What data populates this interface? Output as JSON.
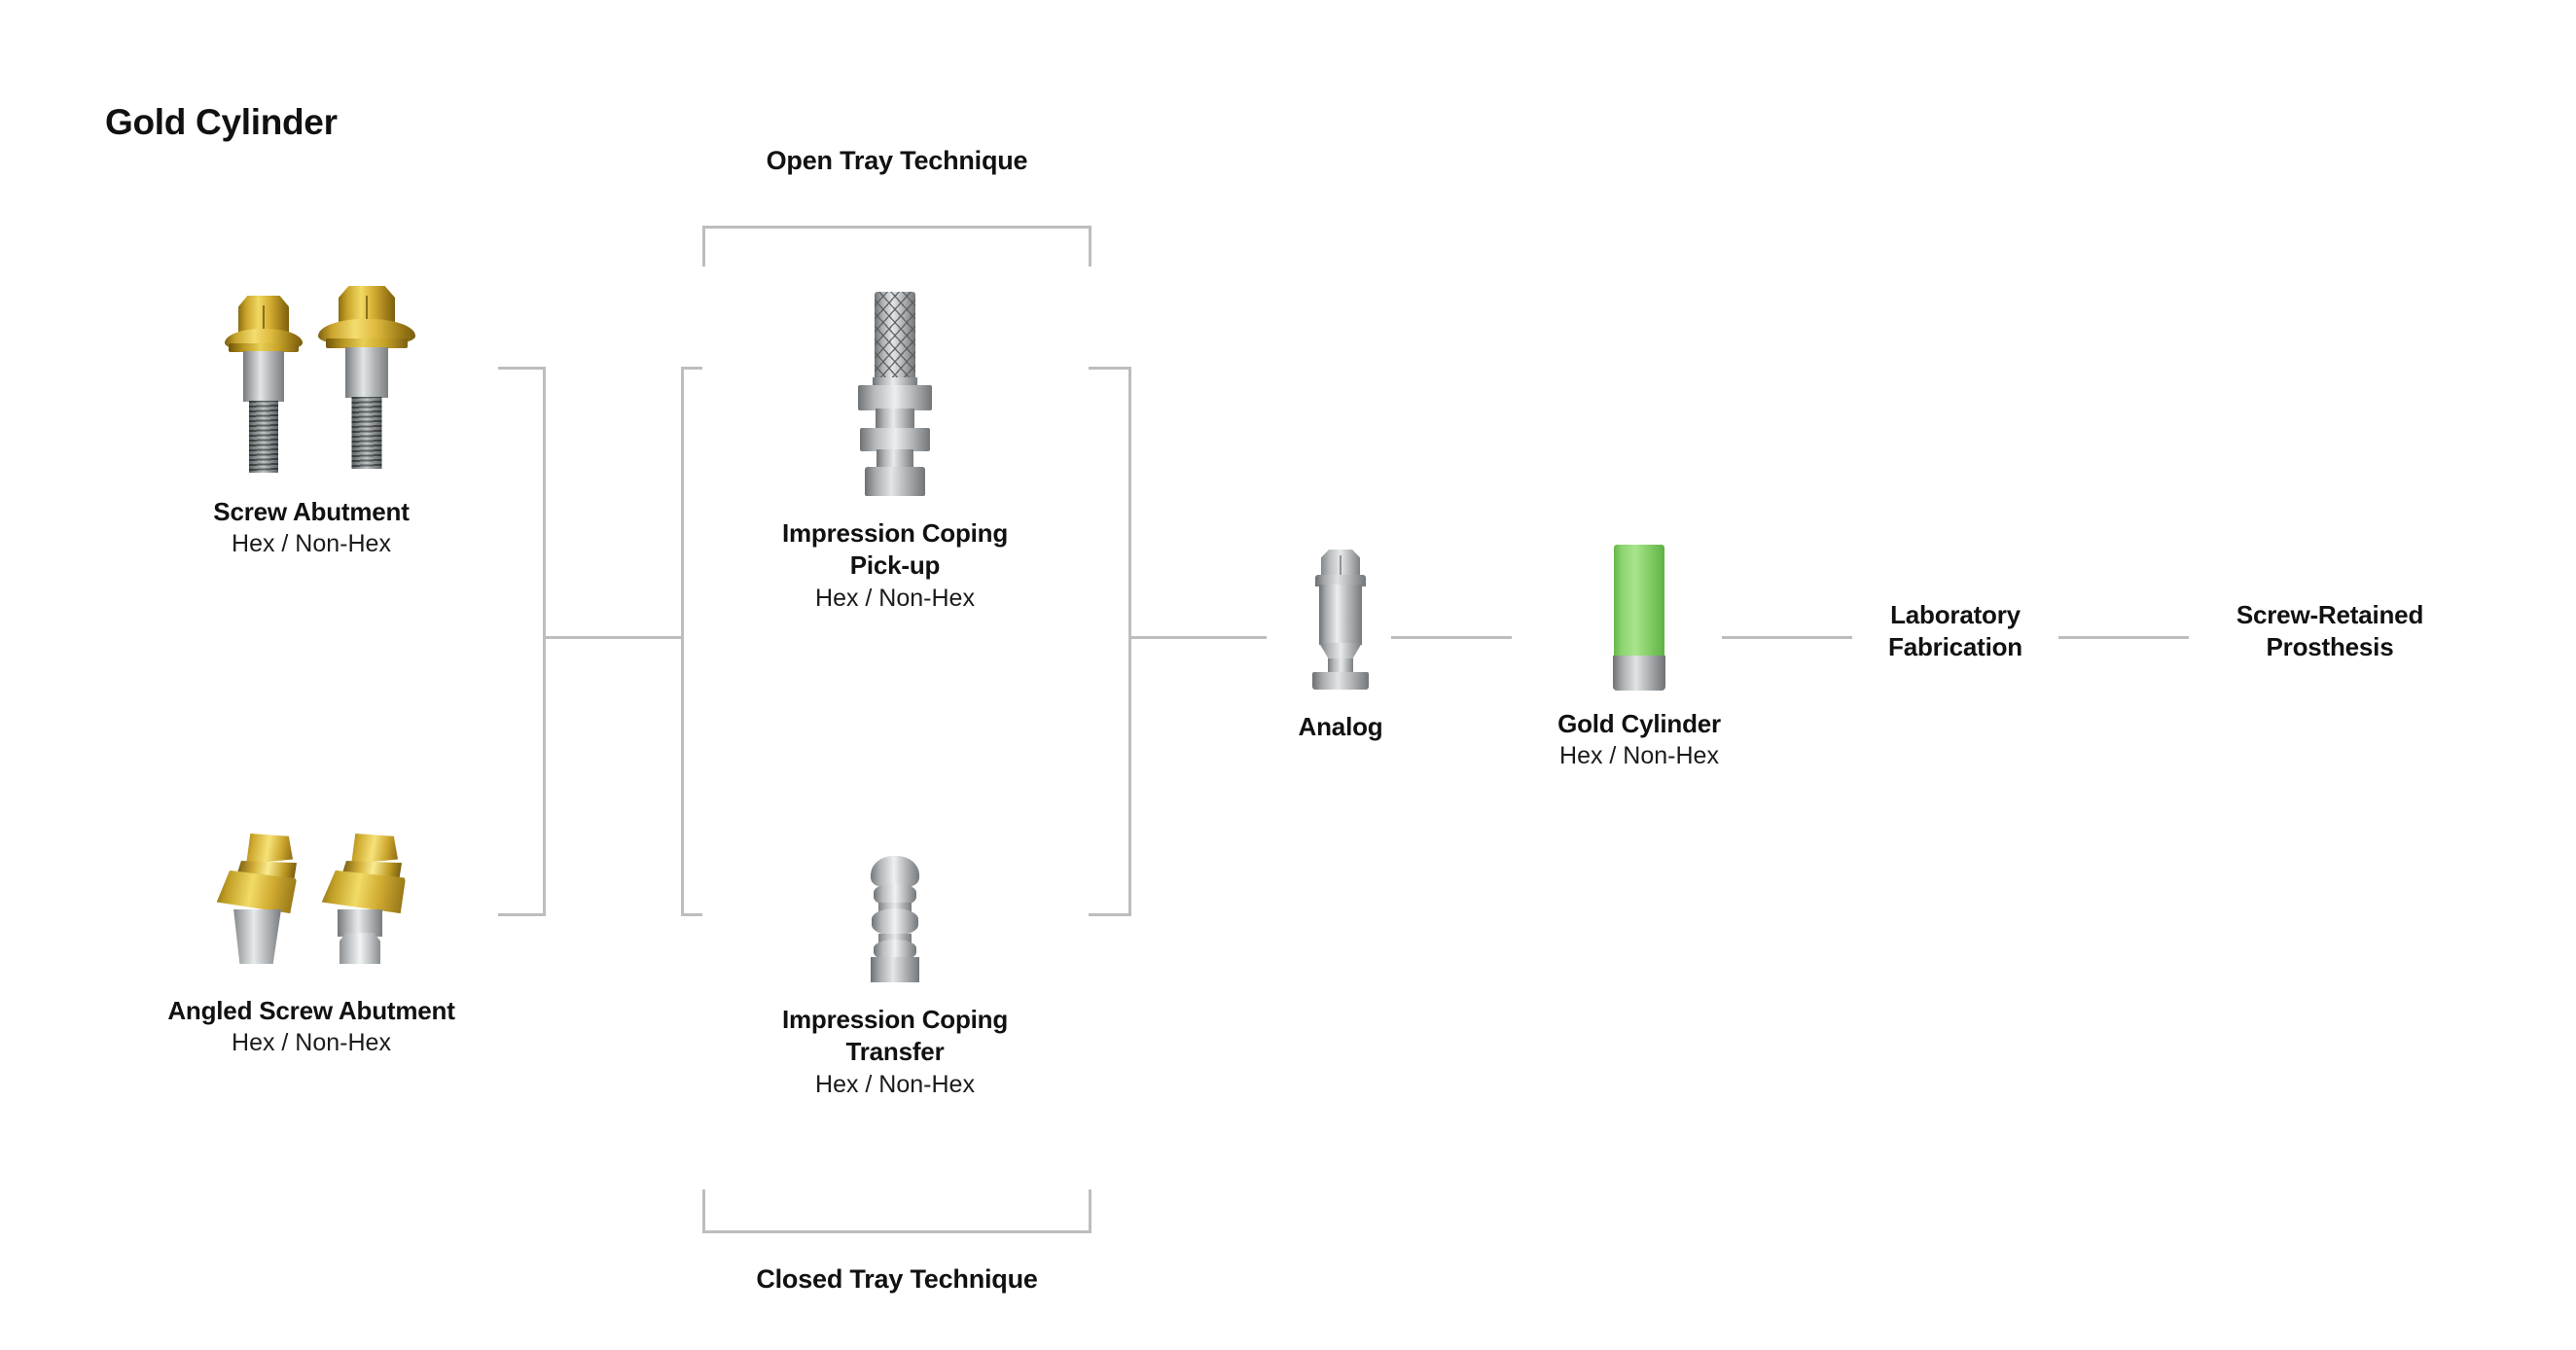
{
  "diagram": {
    "title": "Gold Cylinder",
    "technique_top": "Open Tray Technique",
    "technique_bottom": "Closed Tray Technique",
    "nodes": {
      "screw_abutment": {
        "label": "Screw Abutment",
        "sub": "Hex / Non-Hex"
      },
      "angled_screw_abutment": {
        "label": "Angled Screw Abutment",
        "sub": "Hex / Non-Hex"
      },
      "coping_pickup": {
        "label_line1": "Impression Coping",
        "label_line2": "Pick-up",
        "sub": "Hex / Non-Hex"
      },
      "coping_transfer": {
        "label_line1": "Impression Coping",
        "label_line2": "Transfer",
        "sub": "Hex / Non-Hex"
      },
      "analog": {
        "label": "Analog"
      },
      "gold_cylinder": {
        "label": "Gold Cylinder",
        "sub": "Hex / Non-Hex"
      },
      "laboratory": {
        "label_line1": "Laboratory",
        "label_line2": "Fabrication"
      },
      "prosthesis": {
        "label_line1": "Screw-Retained",
        "label_line2": "Prosthesis"
      }
    },
    "colors": {
      "gold": "#e0bb3c",
      "metal": "#b4b8ba",
      "green_sleeve": "#8ed472",
      "connector": "#bdbdbd",
      "text": "#111111",
      "background": "#ffffff"
    }
  }
}
